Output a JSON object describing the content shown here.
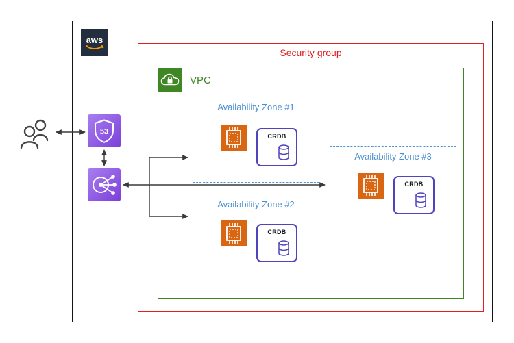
{
  "diagram": {
    "aws_logo_text": "aws",
    "security_group": {
      "label": "Security group",
      "color": "#e02020"
    },
    "vpc": {
      "label": "VPC",
      "color": "#3f8624"
    },
    "availability_zones": [
      {
        "label": "Availability Zone #1"
      },
      {
        "label": "Availability Zone #2"
      },
      {
        "label": "Availability Zone #3"
      }
    ],
    "crdb_label": "CRDB",
    "route53_badge": "53",
    "icons": {
      "users": "two-person outline",
      "route53": "purple shield with 53",
      "load_balancer": "purple circle network node",
      "vpc": "green cloud with lock",
      "ec2": "orange cpu chip",
      "crdb_database": "purple database cylinder",
      "aws_logo": "navy square with aws smile"
    },
    "colors": {
      "az_blue": "#4a90d2",
      "ec2_orange": "#d86613",
      "crdb_purple": "#4f43bf",
      "network_purple": "#8c4fff",
      "aws_navy": "#232f3e",
      "aws_orange": "#ff9900",
      "arrow_gray": "#3a3a3a"
    }
  }
}
